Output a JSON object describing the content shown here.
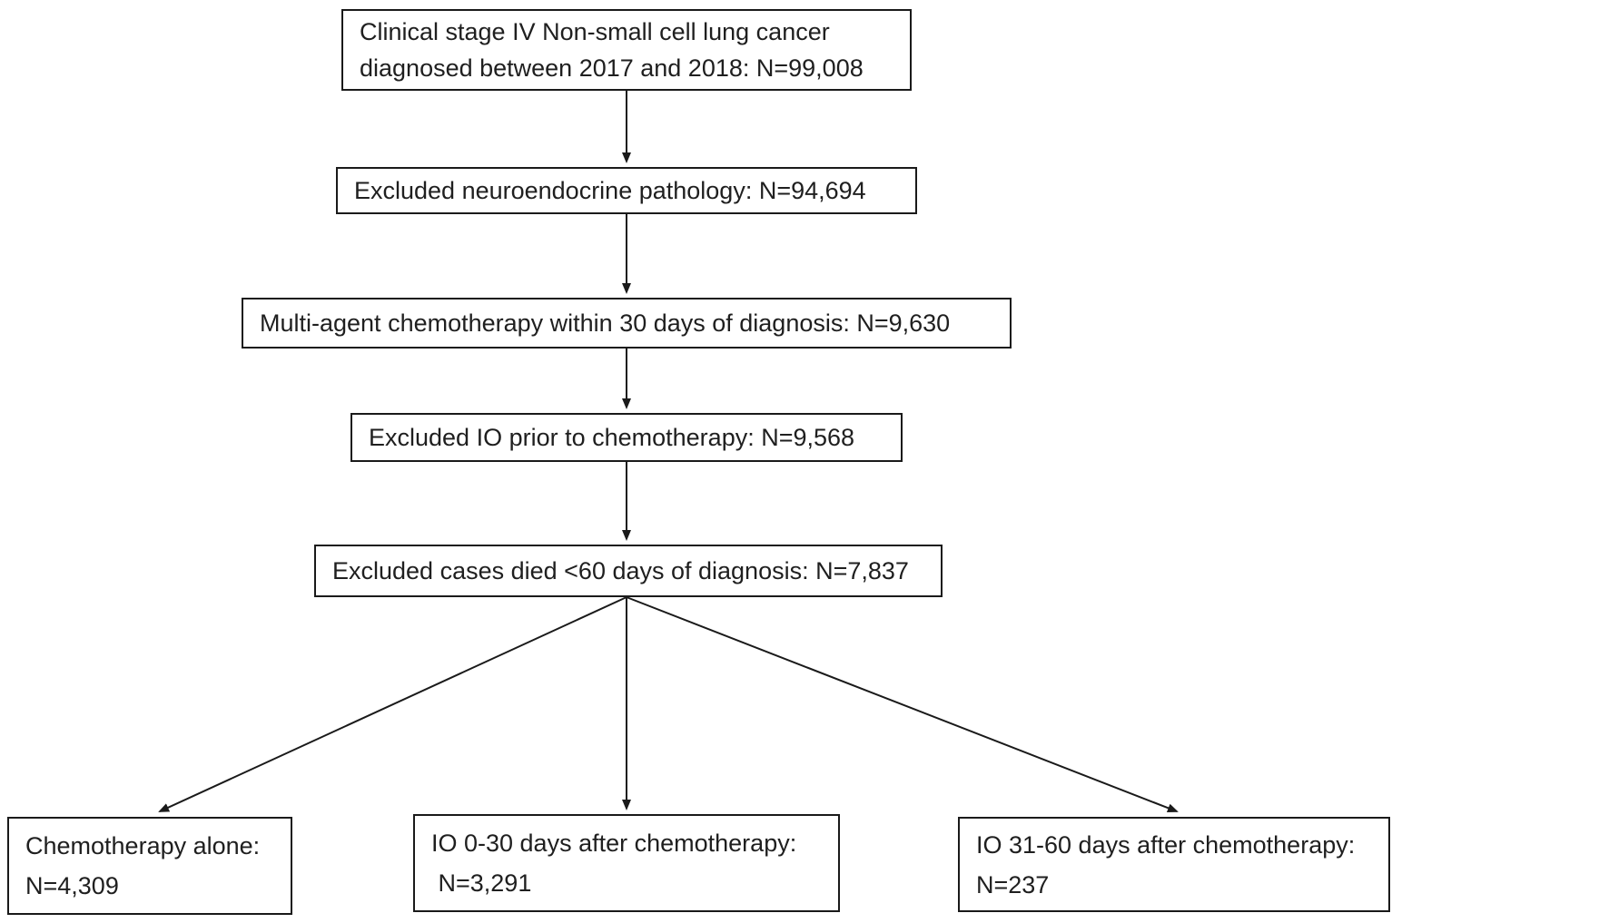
{
  "flowchart": {
    "description": "Patient selection flow diagram",
    "colors": {
      "background": "#ffffff",
      "box_fill": "#ffffff",
      "box_border": "#1a1a1a",
      "text": "#1f1f1f",
      "arrow": "#1a1a1a"
    },
    "nodes": {
      "cohort": {
        "line1": "Clinical stage IV Non-small cell lung cancer",
        "line2": "diagnosed between 2017 and 2018: N=99,008"
      },
      "neuro": {
        "text": "Excluded neuroendocrine pathology: N=94,694"
      },
      "chemo30": {
        "text": "Multi-agent chemotherapy within 30 days of diagnosis: N=9,630"
      },
      "ioprior": {
        "text": "Excluded IO prior to chemotherapy: N=9,568"
      },
      "died60": {
        "text": "Excluded cases died <60 days of diagnosis: N=7,837"
      },
      "chemoalone": {
        "line1": "Chemotherapy alone:",
        "line2": "N=4,309"
      },
      "io030": {
        "line1": "IO 0-30 days after chemotherapy:",
        "line2": " N=3,291"
      },
      "io3160": {
        "line1": "IO 31-60 days after chemotherapy:",
        "line2": "N=237"
      }
    }
  }
}
